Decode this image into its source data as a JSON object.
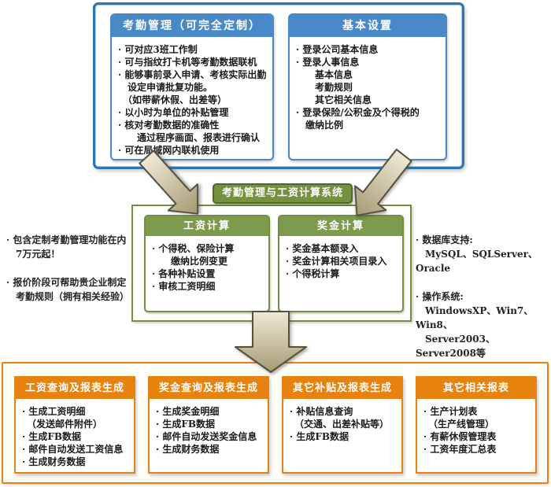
{
  "system_label": "考勤管理与工资计算系统",
  "top_section": {
    "boxes": [
      {
        "title": "考勤管理（可完全定制）",
        "lines": [
          "· 可对应3班工作制",
          "· 可与指纹打卡机等考勤数据联机",
          "· 能够事前录入申请、考核实际出勤",
          "　设定申请批复功能。",
          "　（如带薪休假、出差等）",
          "· 以小时为单位的补贴管理",
          "· 核对考勤数据的准确性",
          "　　通过程序画面、报表进行确认",
          "· 可在局域网内联机使用"
        ]
      },
      {
        "title": "基本设置",
        "lines": [
          "· 登录公司基本信息",
          "· 登录人事信息",
          "　　基本信息",
          "　　考勤规则",
          "　　其它相关信息",
          "· 登录保险/公积金及个得税的",
          "　缴纳比例"
        ]
      }
    ]
  },
  "middle_section": {
    "boxes": [
      {
        "title": "工资计算",
        "lines": [
          "· 个得税、保险计算",
          "　　缴纳比例变更",
          "· 各种补贴设置",
          "· 审核工资明细"
        ]
      },
      {
        "title": "奖金计算",
        "lines": [
          "· 奖金基本额录入",
          "· 奖金计算相关项目录入",
          "· 个得税计算"
        ]
      }
    ]
  },
  "side_notes": {
    "left": [
      "· 包含定制考勤管理功能在内",
      "　7万元起！",
      "",
      "· 报价阶段可帮助贵企业制定",
      "　考勤规则（拥有相关经验）"
    ],
    "right": [
      "· 数据库支持:",
      "　MySQL、SQLServer、Oracle",
      "",
      "· 操作系统:",
      "　WindowsXP、Win7、Win8、",
      "　Server2003、Server2008等"
    ]
  },
  "bottom_section": {
    "boxes": [
      {
        "title": "工资查询及报表生成",
        "lines": [
          "· 生成工资明细",
          "　（发送邮件附件）",
          "· 生成FB数据",
          "· 邮件自动发送工资信息",
          "· 生成财务数据"
        ]
      },
      {
        "title": "奖金查询及报表生成",
        "lines": [
          "· 生成奖金明细",
          "· 生成FB数据",
          "· 邮件自动发送奖金信息",
          "· 生成财务数据"
        ]
      },
      {
        "title": "其它补贴及报表生成",
        "lines": [
          "· 补贴信息查询",
          "　（交通、出差补贴等）",
          "· 生成FB数据"
        ]
      },
      {
        "title": "其它相关报表",
        "lines": [
          "· 生产计划表",
          "　（生产线管理）",
          "· 有薪休假管理表",
          "· 工资年度汇总表"
        ]
      }
    ]
  },
  "colors": {
    "blue_border": "#2e75b6",
    "blue_header": "#4a89c8",
    "green_border": "#6f8f3f",
    "green_header": "#7d9b4d",
    "green_label_bg": "#75903e",
    "orange": "#e8820f",
    "arrow_fill_light": "#ece5cf",
    "arrow_fill_dark": "#a49b72",
    "text": "#1a1a1a"
  }
}
